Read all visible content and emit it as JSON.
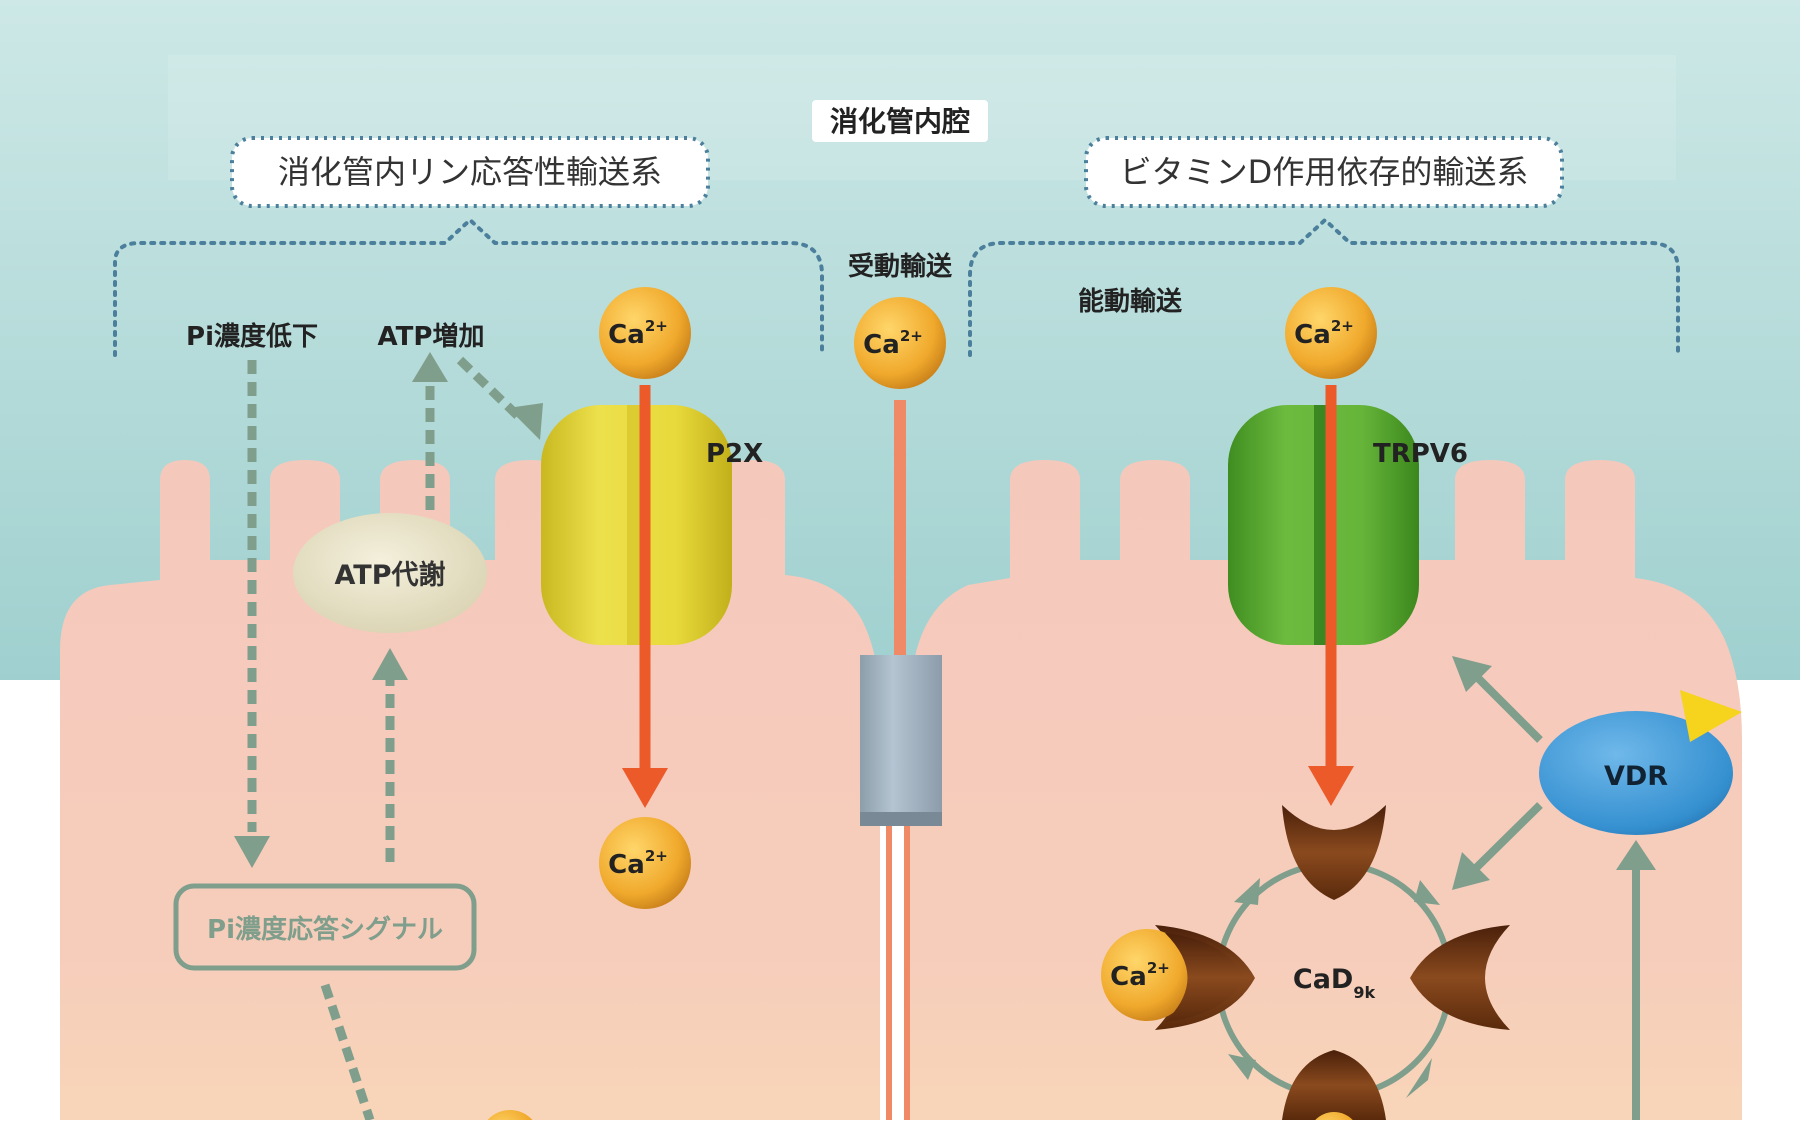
{
  "labels": {
    "lumen": "消化管内腔",
    "left_system": "消化管内リン応答性輸送系",
    "right_system": "ビタミンD作用依存的輸送系",
    "passive": "受動輸送",
    "active": "能動輸送",
    "pi_low": "Pi濃度低下",
    "atp_up": "ATP増加",
    "atp_metab": "ATP代謝",
    "p2x": "P2X",
    "trpv6": "TRPV6",
    "vdr": "VDR",
    "signal": "Pi濃度応答シグナル",
    "ca_base": "Ca",
    "ca_sup": "2+",
    "cad_base": "CaD",
    "cad_sub": "9k"
  },
  "colors": {
    "lumen_top": "#c4e2e0",
    "lumen_bottom": "#9fd0cf",
    "cell": "#f5cabb",
    "cell_lower": "#f8d2bd",
    "dotted_blue": "#4b7f9c",
    "signal_green": "#7f9e8c",
    "red_arrow": "#ec5a2a",
    "para_line": "#f08a66",
    "calcium": "#f0a92c",
    "p2x": "#e4d53a",
    "trpv6": "#62ad36",
    "vdr": "#3b94d2",
    "atp_ellipse": "#e8e2c8",
    "cad": "#7b3e17",
    "tight_junction": "#a8b8c6"
  }
}
